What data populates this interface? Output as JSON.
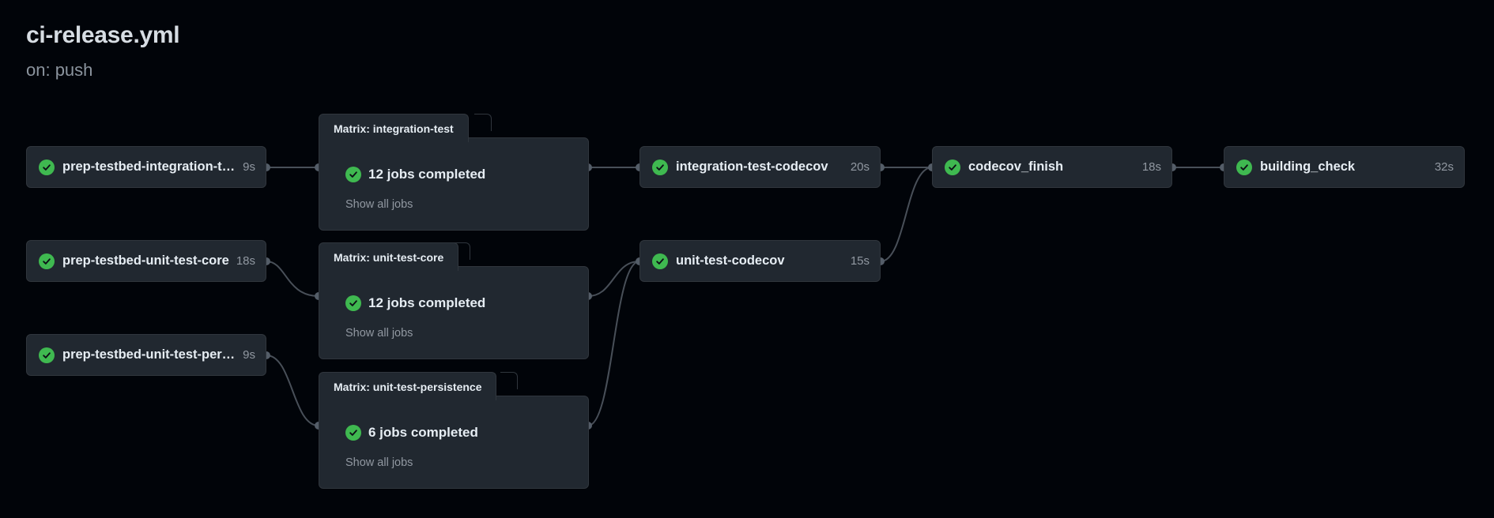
{
  "workflow": {
    "title": "ci-release.yml",
    "trigger": "on: push"
  },
  "colors": {
    "background": "#010409",
    "card": "#212830",
    "border": "#30363d",
    "success": "#3fb950",
    "connector": "#484f58"
  },
  "jobs": {
    "prep_integration": {
      "name": "prep-testbed-integration-te…",
      "duration": "9s",
      "icon": "check-circle-icon"
    },
    "prep_unit_core": {
      "name": "prep-testbed-unit-test-core",
      "duration": "18s",
      "icon": "check-circle-icon"
    },
    "prep_unit_persistence": {
      "name": "prep-testbed-unit-test-per…",
      "duration": "9s",
      "icon": "check-circle-icon"
    },
    "integration_codecov": {
      "name": "integration-test-codecov",
      "duration": "20s",
      "icon": "check-circle-icon"
    },
    "unit_codecov": {
      "name": "unit-test-codecov",
      "duration": "15s",
      "icon": "check-circle-icon"
    },
    "codecov_finish": {
      "name": "codecov_finish",
      "duration": "18s",
      "icon": "check-circle-icon"
    },
    "building_check": {
      "name": "building_check",
      "duration": "32s",
      "icon": "check-circle-icon"
    }
  },
  "matrices": {
    "integration": {
      "label": "Matrix: integration-test",
      "status": "12 jobs completed",
      "show_all": "Show all jobs"
    },
    "unit_core": {
      "label": "Matrix: unit-test-core",
      "status": "12 jobs completed",
      "show_all": "Show all jobs"
    },
    "unit_persistence": {
      "label": "Matrix: unit-test-persistence",
      "status": "6 jobs completed",
      "show_all": "Show all jobs"
    }
  }
}
